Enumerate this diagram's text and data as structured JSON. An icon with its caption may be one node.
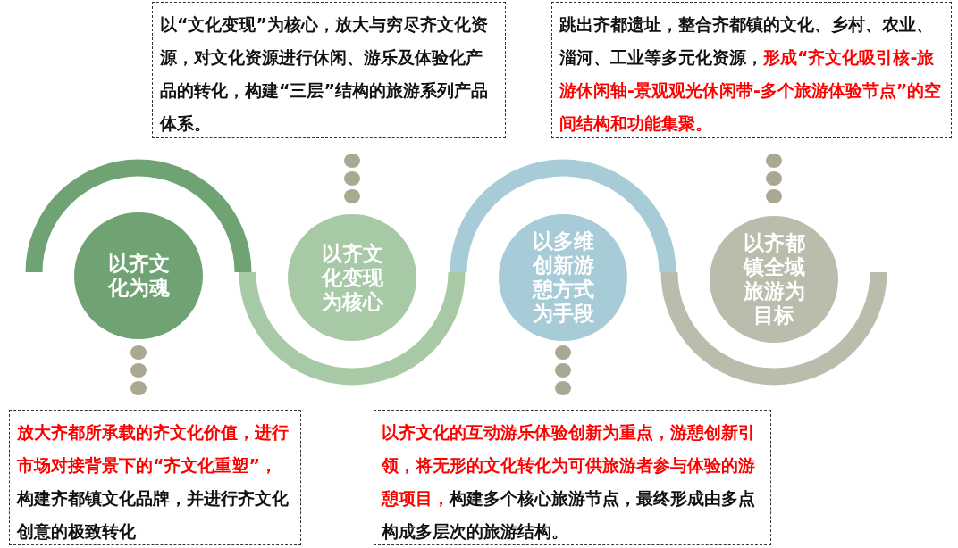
{
  "diagram": {
    "nodes": [
      {
        "text": [
          "以“文化变现”为核心，放大与穷尽齐文化资源，对文化资源进行休闲、游乐及体验化产品的转化，构建“三层”结构的旅游系列产品体系。"
        ]
      },
      {
        "text": [
          "跳出齐都遗址，整合齐都镇的文化、乡村、农业、淄河、工业等多元化资源，",
          "形成“齐文化吸引核-旅游休闲轴-景观观光休闲带-多个旅游体验节点”的空间结构和功能集聚。"
        ]
      },
      {
        "text": [
          "以齐文化为魂"
        ]
      },
      {
        "text": [
          "以齐文化变现为核心"
        ]
      },
      {
        "text": [
          "以多维创新游憩方式为手段"
        ]
      },
      {
        "text": [
          "以齐都镇全域旅游为目标"
        ]
      },
      {
        "text": [
          "放大齐都所承载的齐文化价值，进行市场对接背景下的“齐文化重塑”，",
          "构建齐都镇文化品牌，并进行齐文化创意的极致转化"
        ]
      },
      {
        "text": [
          "以齐文化的互动游乐体验创新为重点，游憩创新引领，将无形的文化转化为可供旅游者参与体验的游憩项目，",
          "构建多个核心旅游节点，最终形成由多点构成多层次的旅游结构。"
        ]
      }
    ]
  }
}
